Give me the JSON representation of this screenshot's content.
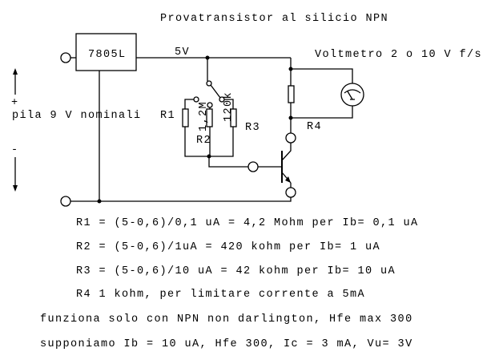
{
  "title": "Provatransistor al silicio NPN",
  "regulator": "7805L",
  "supply_label": "5V",
  "voltmeter_label": "Voltmetro 2 o 10  V f/s",
  "battery": {
    "plus": "+",
    "minus": "-",
    "label": "pila 9 V nominali"
  },
  "resistors": {
    "r1": "R1",
    "r2": "R2",
    "r3": "R3",
    "r4": "R4",
    "r2_value": "1,2M",
    "r3_value": "120k"
  },
  "notes": [
    "R1 = (5-0,6)/0,1 uA = 4,2 Mohm  per Ib= 0,1 uA",
    "R2 = (5-0,6)/1uA = 420 kohm  per Ib= 1 uA",
    "R3 = (5-0,6)/10 uA = 42 kohm  per Ib= 10 uA",
    "R4 1 kohm, per limitare corrente a 5mA",
    "funziona solo con NPN non darlington, Hfe max 300",
    "supponiamo Ib = 10 uA, Hfe 300, Ic = 3 mA, Vu= 3V"
  ]
}
